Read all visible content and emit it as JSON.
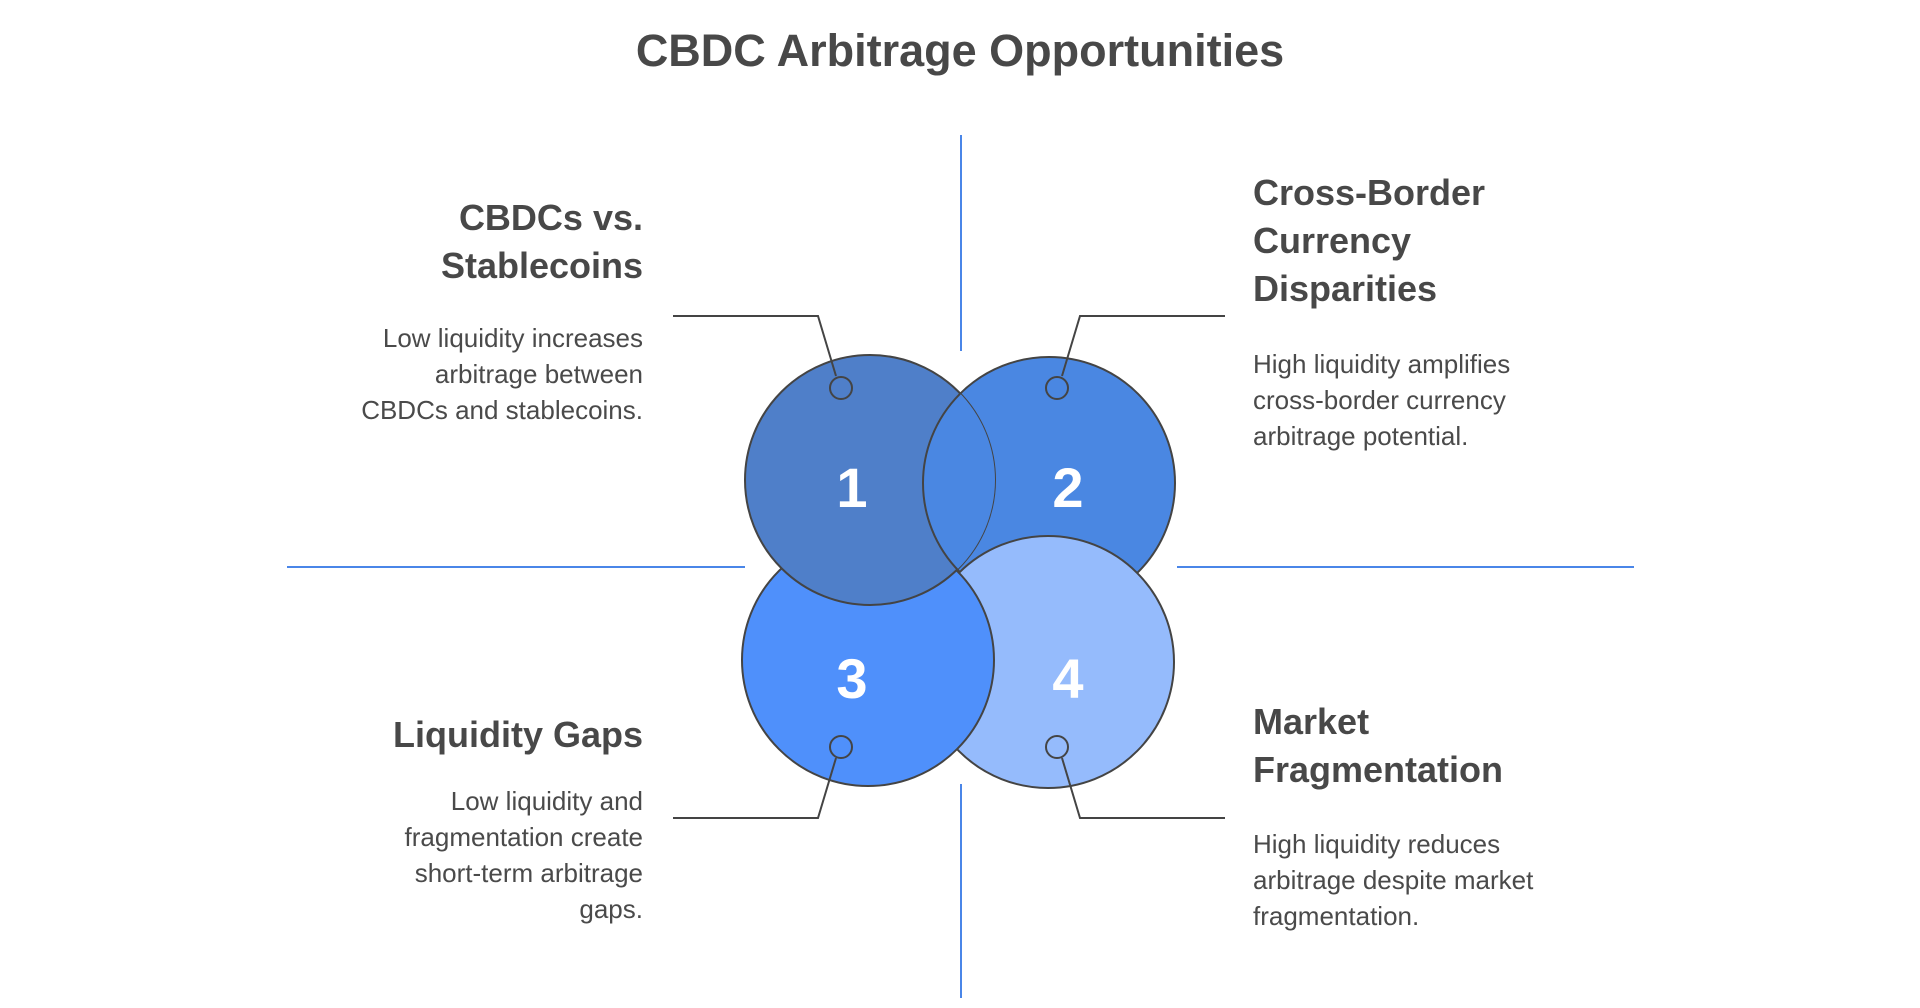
{
  "title": "CBDC Arbitrage Opportunities",
  "items": [
    {
      "number": "1",
      "heading_lines": [
        "CBDCs vs.",
        "Stablecoins"
      ],
      "body_lines": [
        "Low liquidity increases",
        "arbitrage between",
        "CBDCs and stablecoins."
      ],
      "color": "#4f7fc9"
    },
    {
      "number": "2",
      "heading_lines": [
        "Cross-Border",
        "Currency",
        "Disparities"
      ],
      "body_lines": [
        "High liquidity amplifies",
        "cross-border currency",
        "arbitrage potential."
      ],
      "color": "#4a87e2"
    },
    {
      "number": "3",
      "heading_lines": [
        "Liquidity Gaps"
      ],
      "body_lines": [
        "Low liquidity and",
        "fragmentation create",
        "short-term arbitrage",
        "gaps."
      ],
      "color": "#4f90fb"
    },
    {
      "number": "4",
      "heading_lines": [
        "Market",
        "Fragmentation"
      ],
      "body_lines": [
        "High liquidity reduces",
        "arbitrage despite market",
        "fragmentation."
      ],
      "color": "#95bbfc"
    }
  ],
  "colors": {
    "axis": "#4a86e8",
    "stroke": "#444444",
    "text": "#484848"
  }
}
